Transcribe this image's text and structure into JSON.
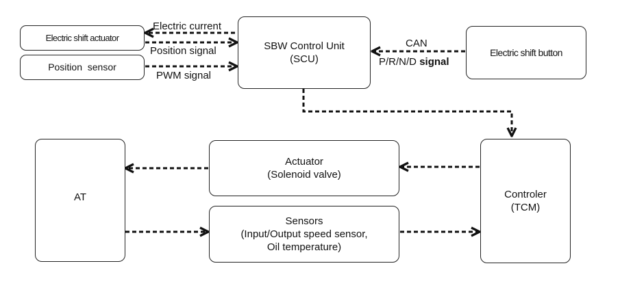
{
  "boxes": {
    "electric_shift_actuator": "Electric shift actuator",
    "position_sensor": "Position  sensor",
    "scu_line1": "SBW Control Unit",
    "scu_line2": "(SCU)",
    "electric_shift_button": "Electric shift button",
    "at": "AT",
    "actuator_line1": "Actuator",
    "actuator_line2": "(Solenoid valve)",
    "sensors_line1": "Sensors",
    "sensors_line2": "(Input/Output speed sensor,",
    "sensors_line3": "Oil temperature)",
    "tcm_line1": "Controler",
    "tcm_line2": "(TCM)"
  },
  "signals": {
    "electric_current": "Electric current",
    "position_signal": "Position signal",
    "pwm_signal": "PWM signal",
    "can": "CAN",
    "prnd": "P/R/N/D",
    "signal_word": "signal"
  }
}
